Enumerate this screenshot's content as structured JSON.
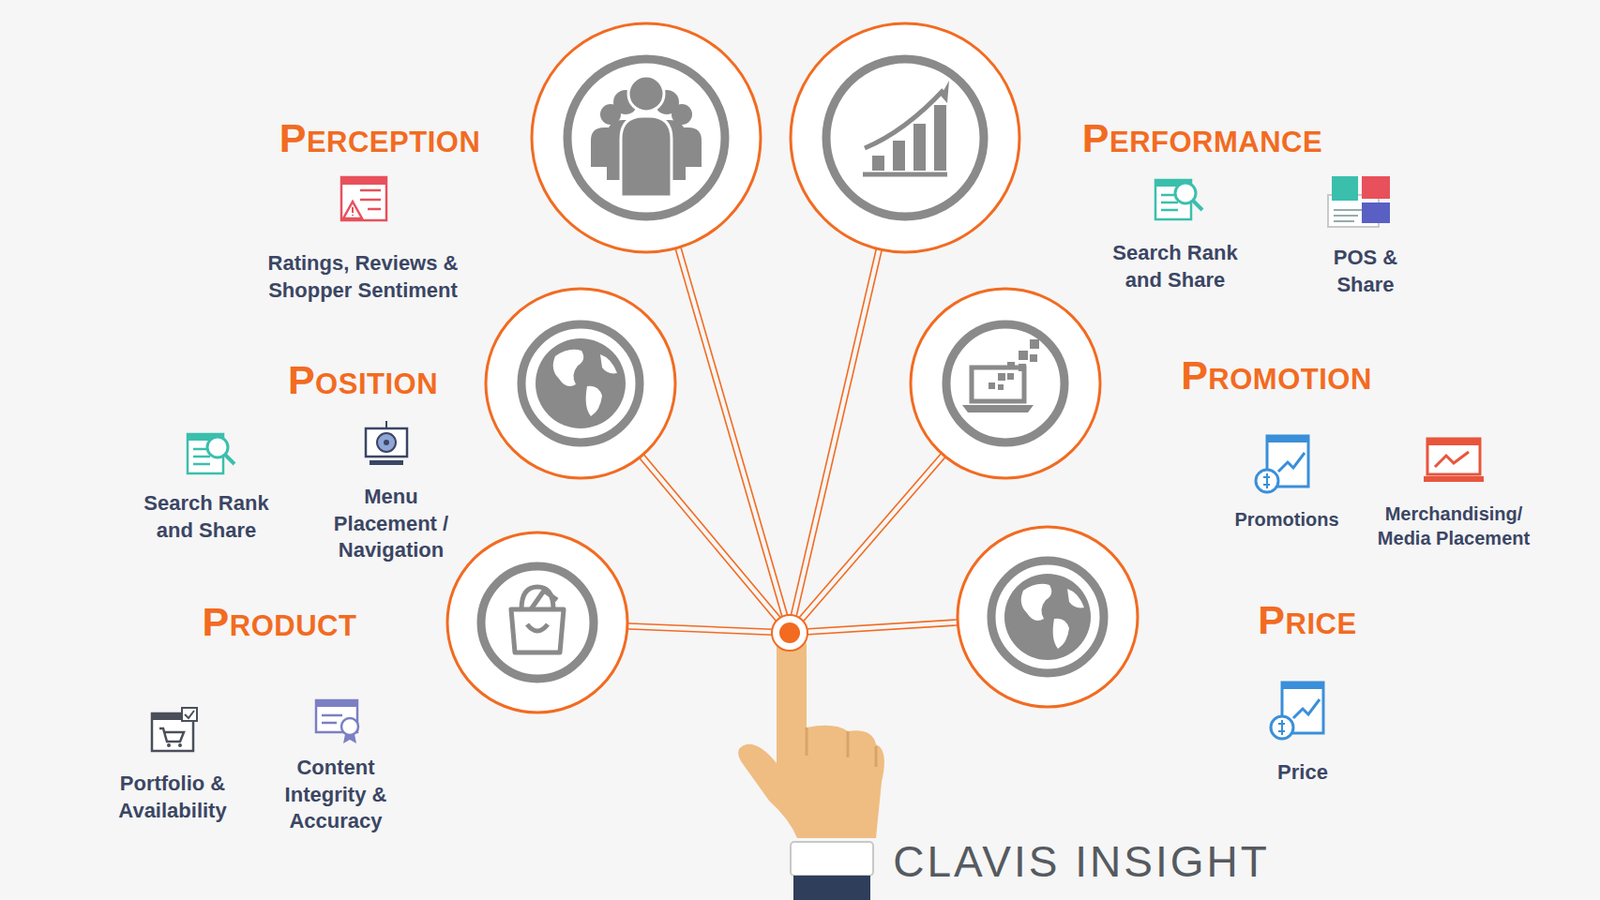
{
  "diagram": {
    "labels": [
      "PERCEPTION",
      "Ratings, Reviews & Shopper Sentiment",
      "PERFORMANCE",
      "Search Rank and Share",
      "POS & Share",
      "POSITION",
      "Search Rank and Share",
      "Menu Placement / Navigation",
      "PROMOTION",
      "Promotions",
      "Merchandising/ Media Placement",
      "PRODUCT",
      "Portfolio & Availability",
      "Content Integrity & Accuracy",
      "PRICE",
      "Price",
      "CLAVIS INSIGHT"
    ]
  }
}
